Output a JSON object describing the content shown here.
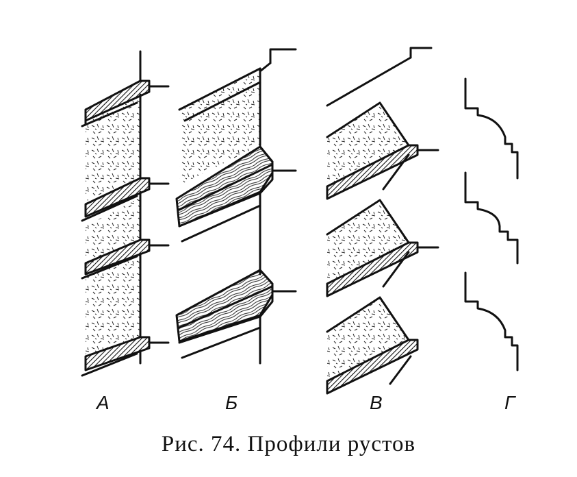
{
  "figure": {
    "labels": [
      "А",
      "Б",
      "В",
      "Г"
    ],
    "caption": "Рис. 74. Профили рустов"
  }
}
